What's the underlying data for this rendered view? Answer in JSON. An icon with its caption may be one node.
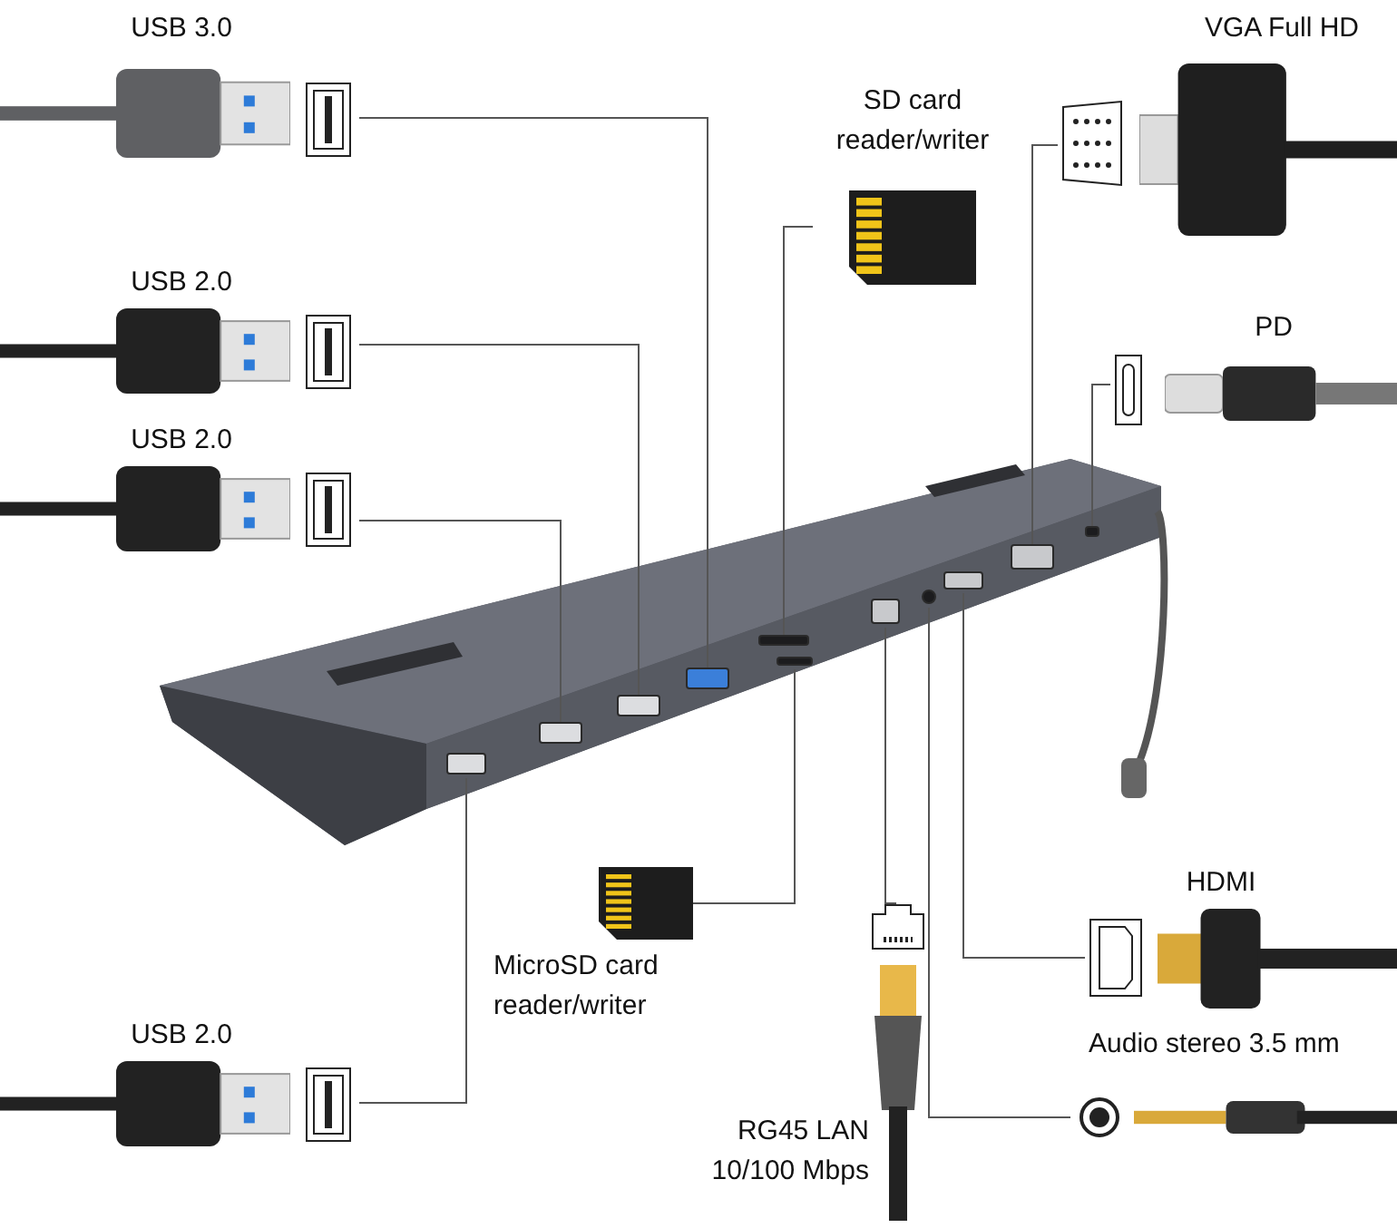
{
  "diagram": {
    "nodes": [
      {
        "text": [],
        "shape": "picture"
      },
      {
        "text": [],
        "shape": "box",
        "in": 0
      },
      {
        "text": [],
        "shape": "box",
        "in": 0
      },
      {
        "text": [],
        "shape": "box",
        "in": 0
      },
      {
        "text": [],
        "shape": "box",
        "in": 0
      },
      {
        "text": [],
        "shape": "box",
        "in": 0
      },
      {
        "text": [],
        "shape": "box",
        "in": 0
      },
      {
        "text": [],
        "shape": "box",
        "in": 0
      },
      {
        "text": [],
        "shape": "circle",
        "in": 0
      },
      {
        "text": [],
        "shape": "box",
        "in": 0
      },
      {
        "text": [],
        "shape": "box",
        "in": 0
      },
      {
        "text": [],
        "shape": "box",
        "in": 0
      },
      {
        "text": [
          "USB 3.0"
        ]
      },
      {
        "text": [
          "SD card reader/writer"
        ]
      },
      {
        "text": [
          "VGA Full HD"
        ]
      },
      {
        "text": [
          "PD"
        ]
      },
      {
        "text": [
          "USB 2.0"
        ]
      },
      {
        "text": [
          "USB 2.0"
        ]
      },
      {
        "text": [
          "HDMI"
        ]
      },
      {
        "text": [
          "MicroSD card reader/writer"
        ]
      },
      {
        "text": [
          "USB 2.0"
        ]
      },
      {
        "text": [
          "Audio stereo 3.5 mm"
        ]
      },
      {
        "text": [
          "RG45 LAN 10/100 Mbps"
        ]
      }
    ],
    "edges": [
      {
        "from": 12,
        "to": 4,
        "arrow": "none"
      },
      {
        "from": 13,
        "to": 5,
        "arrow": "none"
      },
      {
        "from": 14,
        "to": 10,
        "arrow": "none"
      },
      {
        "from": 15,
        "to": 11,
        "arrow": "none"
      },
      {
        "from": 16,
        "to": 3,
        "arrow": "none"
      },
      {
        "from": 17,
        "to": 2,
        "arrow": "none"
      },
      {
        "from": 18,
        "to": 9,
        "arrow": "none"
      },
      {
        "from": 19,
        "to": 6,
        "arrow": "none"
      },
      {
        "from": 20,
        "to": 1,
        "arrow": "none"
      },
      {
        "from": 21,
        "to": 8,
        "arrow": "none"
      },
      {
        "from": 22,
        "to": 7,
        "arrow": "none"
      }
    ]
  }
}
